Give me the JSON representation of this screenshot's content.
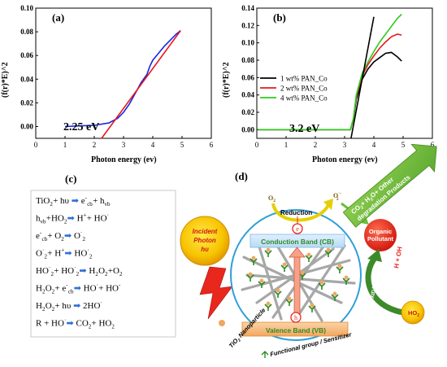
{
  "panels": {
    "a": {
      "letter": "(a)",
      "annotation": "2.25 eV",
      "ylabel": "(f(r)*E)^2",
      "xlabel": "Photon energy (ev)"
    },
    "b": {
      "letter": "(b)",
      "annotation": "3.2 eV",
      "ylabel": "(f(r)*E)^2",
      "xlabel": "Photon energy (ev)"
    },
    "c": {
      "letter": "(c)"
    },
    "d": {
      "letter": "(d)"
    }
  },
  "chart_data": [
    {
      "type": "line",
      "xlim": [
        0,
        6
      ],
      "ylim": [
        -0.01,
        0.1
      ],
      "xticks": [
        "0",
        "1",
        "2",
        "3",
        "4",
        "5",
        "6"
      ],
      "yticks": [
        "0.00",
        "0.02",
        "0.04",
        "0.06",
        "0.08",
        "0.10"
      ],
      "series": [
        {
          "color": "#1b24e6",
          "points": [
            [
              1.0,
              0.0
            ],
            [
              1.5,
              0.0005
            ],
            [
              2.0,
              0.001
            ],
            [
              2.5,
              0.003
            ],
            [
              2.8,
              0.007
            ],
            [
              3.0,
              0.012
            ],
            [
              3.2,
              0.019
            ],
            [
              3.4,
              0.028
            ],
            [
              3.6,
              0.037
            ],
            [
              3.8,
              0.044
            ],
            [
              3.9,
              0.051
            ],
            [
              4.0,
              0.056
            ],
            [
              4.2,
              0.062
            ],
            [
              4.4,
              0.068
            ],
            [
              4.6,
              0.073
            ],
            [
              4.8,
              0.078
            ],
            [
              4.95,
              0.081
            ]
          ]
        },
        {
          "color": "#e31a1c",
          "points": [
            [
              2.25,
              -0.01
            ],
            [
              4.95,
              0.081
            ]
          ]
        }
      ]
    },
    {
      "type": "line",
      "xlim": [
        0,
        6
      ],
      "ylim": [
        -0.01,
        0.14
      ],
      "xticks": [
        "0",
        "1",
        "2",
        "3",
        "4",
        "5",
        "6"
      ],
      "yticks": [
        "0.00",
        "0.02",
        "0.04",
        "0.06",
        "0.08",
        "0.10",
        "0.12",
        "0.14"
      ],
      "series": [
        {
          "name": "1 wt% PAN_Co",
          "color": "#000000",
          "points": [
            [
              0.05,
              0.0
            ],
            [
              3.2,
              0.0
            ],
            [
              3.3,
              0.012
            ],
            [
              3.4,
              0.035
            ],
            [
              3.6,
              0.058
            ],
            [
              3.8,
              0.07
            ],
            [
              4.0,
              0.078
            ],
            [
              4.2,
              0.083
            ],
            [
              4.4,
              0.088
            ],
            [
              4.6,
              0.089
            ],
            [
              4.8,
              0.084
            ],
            [
              4.95,
              0.079
            ]
          ]
        },
        {
          "name": "2 wt% PAN_Co",
          "color": "#e31a1c",
          "points": [
            [
              0.05,
              0.0
            ],
            [
              3.2,
              0.0
            ],
            [
              3.3,
              0.012
            ],
            [
              3.4,
              0.038
            ],
            [
              3.6,
              0.062
            ],
            [
              3.8,
              0.075
            ],
            [
              4.0,
              0.085
            ],
            [
              4.2,
              0.094
            ],
            [
              4.4,
              0.101
            ],
            [
              4.6,
              0.107
            ],
            [
              4.8,
              0.11
            ],
            [
              4.95,
              0.109
            ]
          ]
        },
        {
          "name": "4 wt% PAN_Co",
          "color": "#2ecc1e",
          "points": [
            [
              0.05,
              0.0
            ],
            [
              3.2,
              0.0
            ],
            [
              3.3,
              0.013
            ],
            [
              3.4,
              0.04
            ],
            [
              3.6,
              0.065
            ],
            [
              3.8,
              0.078
            ],
            [
              4.0,
              0.09
            ],
            [
              4.2,
              0.101
            ],
            [
              4.4,
              0.11
            ],
            [
              4.6,
              0.119
            ],
            [
              4.8,
              0.128
            ],
            [
              4.95,
              0.133
            ]
          ]
        },
        {
          "color": "#000000",
          "points": [
            [
              3.22,
              -0.01
            ],
            [
              4.0,
              0.13
            ]
          ]
        }
      ]
    }
  ],
  "reactions": [
    [
      {
        "t": "TiO",
        "s": "2"
      },
      {
        "t": "+ hυ"
      },
      {
        "arrow": true
      },
      {
        "t": "e",
        "sup": "-",
        "sub": "cb"
      },
      {
        "t": "+ h"
      },
      {
        "t": "",
        "sub": "vb"
      }
    ],
    [
      {
        "t": "h",
        "sub": "vb"
      },
      {
        "t": "+HO"
      },
      {
        "t": "",
        "sub": "2"
      },
      {
        "arrow": true
      },
      {
        "t": "H",
        "sup": "+"
      },
      {
        "t": "+ HO"
      },
      {
        "t": "",
        "sup": "·"
      }
    ],
    [
      {
        "t": "e",
        "sup": "-",
        "sub": "cb"
      },
      {
        "t": "+  O"
      },
      {
        "t": "",
        "sub": "2"
      },
      {
        "arrow": true
      },
      {
        "t": "O",
        "sup": "·",
        "sub": "2"
      }
    ],
    [
      {
        "t": "O",
        "sup": "·",
        "sub": "2"
      },
      {
        "t": "  + H"
      },
      {
        "t": "",
        "sup": "+"
      },
      {
        "arrow": true
      },
      {
        "t": "HO"
      },
      {
        "t": "",
        "sup": "·",
        "sub": "2"
      }
    ],
    [
      {
        "t": "HO",
        "sup": "·",
        "sub": "2"
      },
      {
        "t": "+ HO"
      },
      {
        "t": "",
        "sup": "·",
        "sub": "2"
      },
      {
        "arrow": true
      },
      {
        "t": "H"
      },
      {
        "t": "",
        "sub": "2"
      },
      {
        "t": "O"
      },
      {
        "t": "",
        "sub": "2"
      },
      {
        "t": "+O"
      },
      {
        "t": "",
        "sub": "2"
      }
    ],
    [
      {
        "t": "H",
        "sub": "2"
      },
      {
        "t": "O"
      },
      {
        "t": "",
        "sub": "2"
      },
      {
        "t": "+ e"
      },
      {
        "t": "",
        "sup": "-",
        "sub": "cb"
      },
      {
        "arrow": true
      },
      {
        "t": "HO"
      },
      {
        "t": "",
        "sup": "·"
      },
      {
        "t": "+ HO"
      },
      {
        "t": "",
        "sup": "-"
      }
    ],
    [
      {
        "t": "H",
        "sub": "2"
      },
      {
        "t": "O"
      },
      {
        "t": "",
        "sub": "2"
      },
      {
        "t": "+  hυ"
      },
      {
        "arrow": true
      },
      {
        "t": "2HO"
      },
      {
        "t": "",
        "sup": "·"
      }
    ],
    [
      {
        "t": "R  + HO"
      },
      {
        "t": "",
        "sup": "·"
      },
      {
        "arrow": true
      },
      {
        "t": "CO"
      },
      {
        "t": "",
        "sub": "2"
      },
      {
        "t": "+  HO"
      },
      {
        "t": "",
        "sub": "2"
      }
    ]
  ],
  "schematic": {
    "incident_photon": [
      "Incident",
      "Photon",
      "hυ"
    ],
    "o2": "O",
    "o2_sub": "2",
    "o2_radical": "O",
    "o2_radical_sub": "2",
    "o2_radical_sup": "·-",
    "reduction": "Reduction",
    "electron": "e",
    "hole": "h",
    "conduction_band": "Conduction Band (CB)",
    "valence_band": "Valence Band (VB)",
    "organic_pollutant": [
      "Organic",
      "Pollutant"
    ],
    "products": [
      "CO",
      "+ H",
      "O+ Other",
      "degradation Products"
    ],
    "oxidation": "OXIDATION",
    "h_oh": "H  + OH",
    "ho2": "HO",
    "ho2_sub": "2",
    "tio2_label": "TiO",
    "tio2_sub": "2",
    "tio2_rest": " Nanoparticle",
    "functional_label": "Functional group / Sensitizer"
  },
  "colors": {
    "blue_arrow": "#2f6fd6",
    "green": "#7cc242",
    "red": "#e8271d",
    "orange": "#f7a64a",
    "yellow": "#f5d400"
  }
}
